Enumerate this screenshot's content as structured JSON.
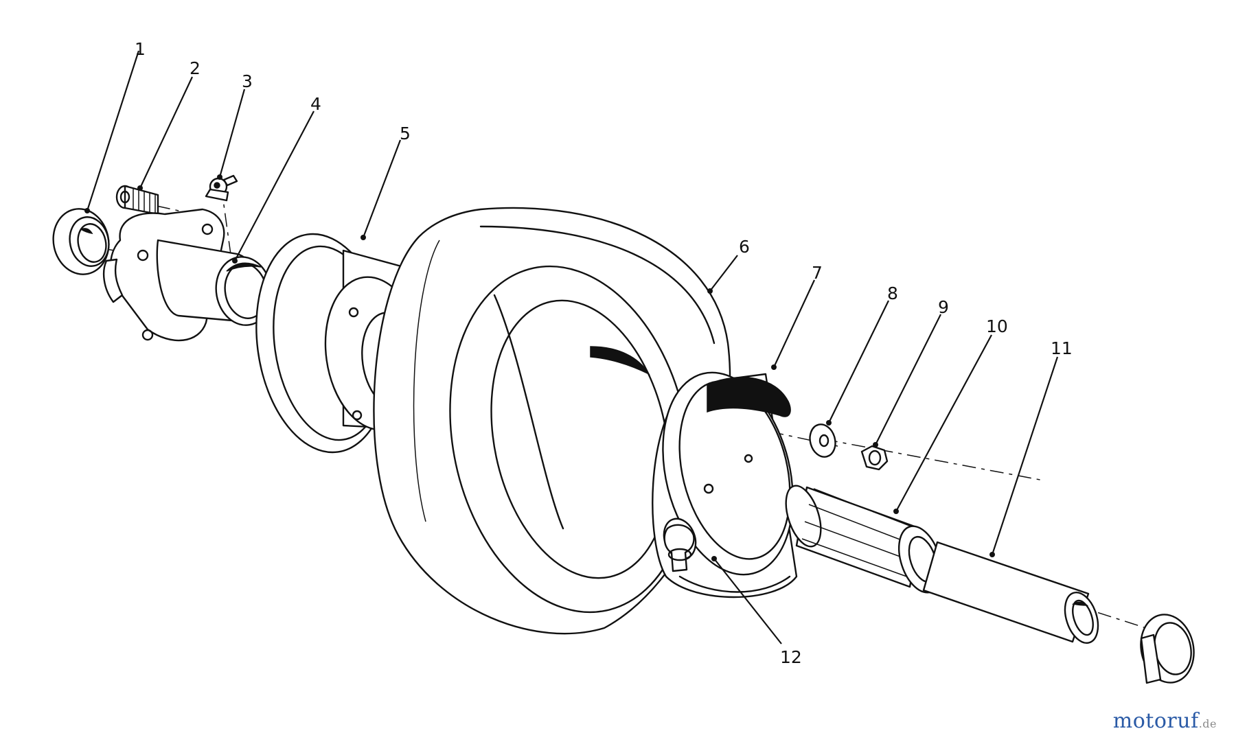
{
  "diagram": {
    "callouts": [
      {
        "id": "part-1",
        "label": "1"
      },
      {
        "id": "part-2",
        "label": "2"
      },
      {
        "id": "part-3",
        "label": "3"
      },
      {
        "id": "part-4",
        "label": "4"
      },
      {
        "id": "part-5",
        "label": "5"
      },
      {
        "id": "part-6",
        "label": "6"
      },
      {
        "id": "part-7",
        "label": "7"
      },
      {
        "id": "part-8",
        "label": "8"
      },
      {
        "id": "part-9",
        "label": "9"
      },
      {
        "id": "part-10",
        "label": "10"
      },
      {
        "id": "part-11",
        "label": "11"
      },
      {
        "id": "part-12",
        "label": "12"
      }
    ],
    "line_color": "#111111",
    "background": "#ffffff"
  },
  "watermark": {
    "brand": "motoruf",
    "suffix": ".de",
    "brand_color": "#2a5aa6"
  }
}
